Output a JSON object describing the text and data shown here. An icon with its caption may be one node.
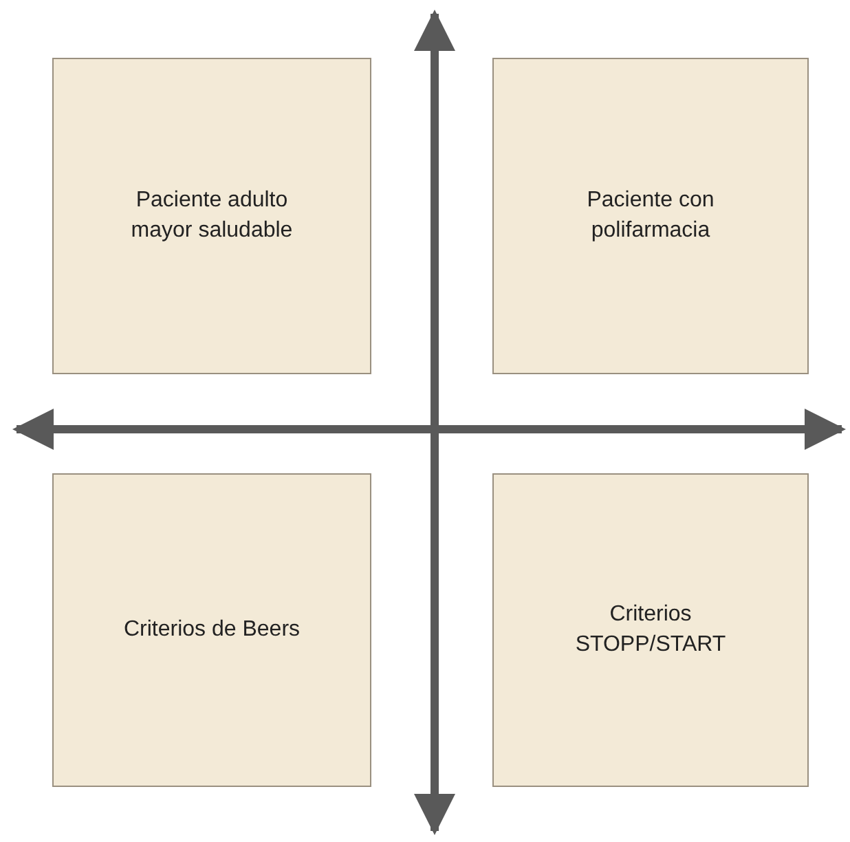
{
  "diagram": {
    "nodes": [
      {
        "text": [
          "Paciente adulto mayor saludable"
        ]
      },
      {
        "text": [
          "Paciente con polifarmacia"
        ]
      },
      {
        "text": [
          "Criterios de Beers"
        ]
      },
      {
        "text": [
          "Criterios STOPP/START"
        ]
      }
    ]
  }
}
